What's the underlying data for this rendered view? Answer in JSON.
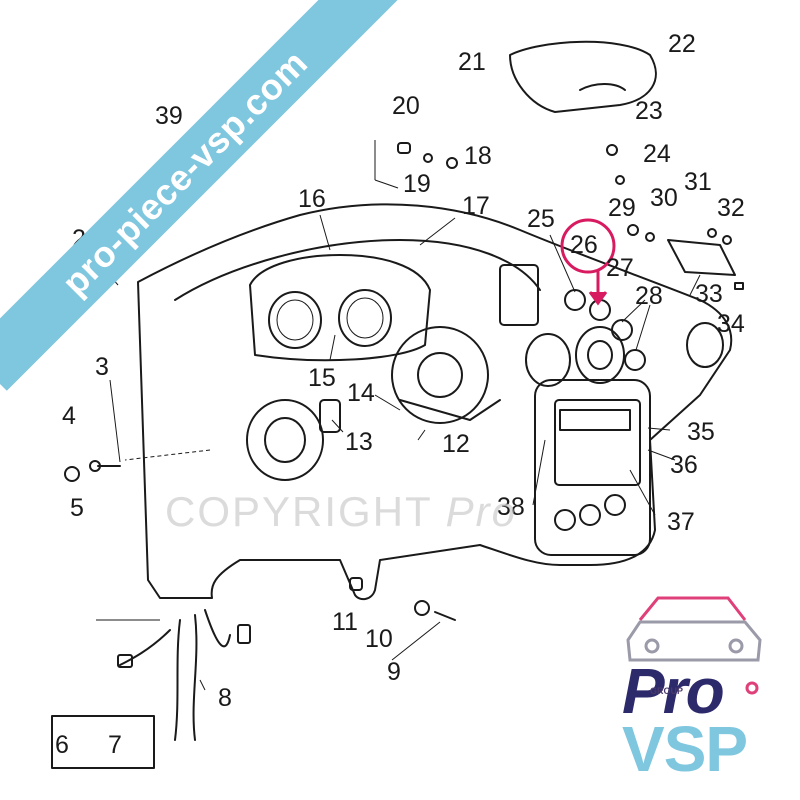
{
  "watermark": {
    "banner_text": "pro-piece-vsp.com",
    "copyright_text": "COPYRIGHT",
    "copyright_brand": "Pro"
  },
  "logo": {
    "group_label": "GROUP",
    "brand_top": "Pro",
    "brand_bottom": "VSP",
    "colors": {
      "navy": "#2d2a6b",
      "cyan": "#7fc6df",
      "pink": "#e0407a"
    }
  },
  "callouts": [
    "2",
    "3",
    "4",
    "5",
    "6",
    "7",
    "8",
    "9",
    "10",
    "11",
    "12",
    "13",
    "14",
    "15",
    "16",
    "17",
    "18",
    "19",
    "20",
    "21",
    "22",
    "23",
    "24",
    "25",
    "26",
    "27",
    "28",
    "29",
    "30",
    "31",
    "32",
    "33",
    "34",
    "35",
    "36",
    "37",
    "38",
    "39"
  ],
  "highlight": {
    "part": "26",
    "color": "#d81b60"
  }
}
